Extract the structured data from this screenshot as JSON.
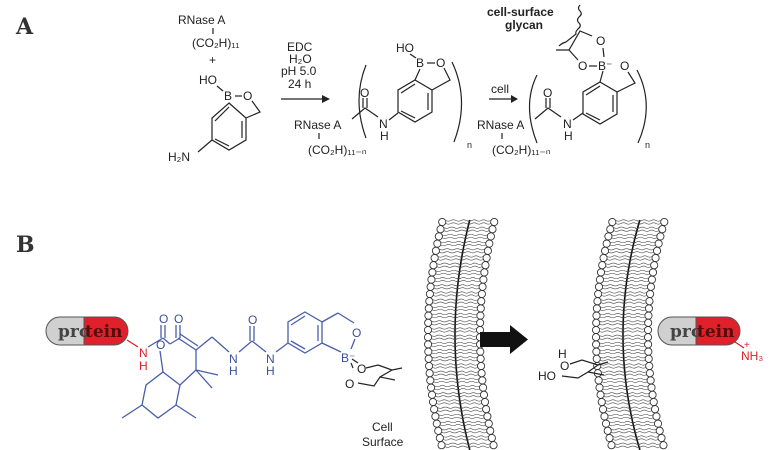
{
  "panel_a": {
    "label": "A",
    "reactant_protein": "RNase A",
    "reactant_carboxyl": "(CO₂H)₁₁",
    "plus": "+",
    "boronate": {
      "ho": "HO",
      "b": "B",
      "o": "O",
      "amine": "H₂N"
    },
    "conditions": [
      "EDC",
      "H₂O",
      "pH 5.0",
      "24 h"
    ],
    "product": {
      "protein": "RNase A",
      "carboxyl": "(CO₂H)₁₁₋ₙ",
      "carbonyl_o": "O",
      "n": "N",
      "h": "H",
      "ho": "HO",
      "b": "B",
      "o": "O",
      "subscript": "n"
    },
    "cell_arrow_label": "cell",
    "glycan_label": [
      "cell-surface",
      "glycan"
    ],
    "bound_product": {
      "protein": "RNase A",
      "carboxyl": "(CO₂H)₁₁₋ₙ",
      "carbonyl_o": "O",
      "n": "N",
      "h": "H",
      "b": "B⁻",
      "o1": "O",
      "o2": "O",
      "o3": "O",
      "subscript": "n"
    }
  },
  "panel_b": {
    "label": "B",
    "protein_pill": {
      "part1": "pro",
      "part2": "tein"
    },
    "linker_atoms": {
      "n_red": "N",
      "h_red": "H",
      "o1": "O",
      "o2": "O",
      "o3": "O",
      "o4": "O",
      "n1": "N",
      "h1": "H",
      "n2": "N",
      "h2": "H",
      "o5": "O",
      "b": "B⁻",
      "o6": "O",
      "o7": "O"
    },
    "cell_surface_label": [
      "Cell",
      "Surface"
    ],
    "released": {
      "h": "H",
      "o": "O",
      "ho": "HO",
      "amine": "NH₃",
      "charge": "+"
    },
    "colors": {
      "protein_red": "#e0202a",
      "protein_grey": "#cfcfcf",
      "linker_blue": "#3a4f9c"
    }
  }
}
